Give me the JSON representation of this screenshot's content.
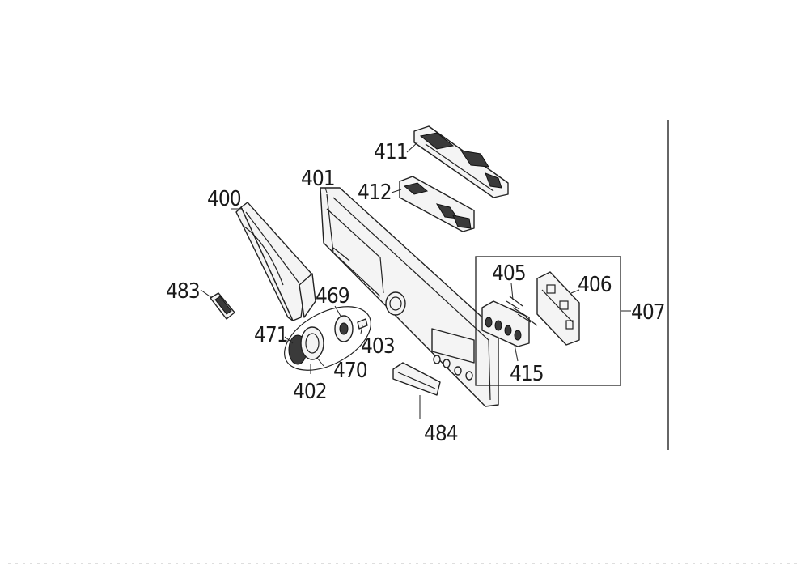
{
  "labels": {
    "l400": "400",
    "l401": "401",
    "l402": "402",
    "l403": "403",
    "l405": "405",
    "l406": "406",
    "l407": "407",
    "l411": "411",
    "l412": "412",
    "l415": "415",
    "l469": "469",
    "l470": "470",
    "l471": "471",
    "l483": "483",
    "l484": "484"
  }
}
